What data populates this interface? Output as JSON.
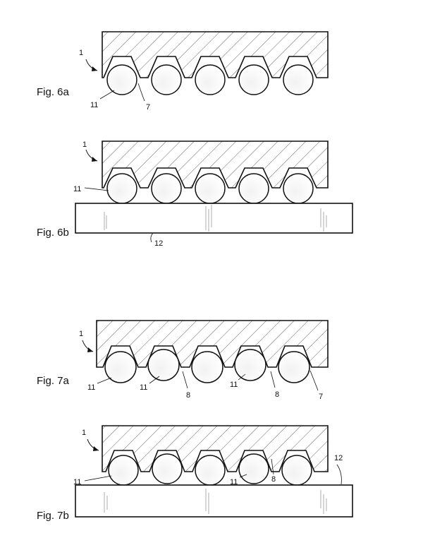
{
  "figures": [
    {
      "caption": "Fig. 6a",
      "substrate": false,
      "labels": {
        "body": "1",
        "bump": "11",
        "recess": "7"
      }
    },
    {
      "caption": "Fig. 6b",
      "substrate": true,
      "labels": {
        "body": "1",
        "bump": "11",
        "substrate": "12"
      }
    },
    {
      "caption": "Fig. 7a",
      "substrate": false,
      "labels": {
        "body": "1",
        "bump_a": "11",
        "bump_b": "11",
        "bump_c": "11",
        "gap_a": "8",
        "gap_b": "8",
        "recess": "7"
      }
    },
    {
      "caption": "Fig. 7b",
      "substrate": true,
      "labels": {
        "body": "1",
        "bump_a": "11",
        "bump_b": "11",
        "gap": "8",
        "substrate": "12"
      }
    }
  ],
  "colors": {
    "ink": "#111111",
    "hatch": "#555555",
    "paper": "#ffffff"
  }
}
